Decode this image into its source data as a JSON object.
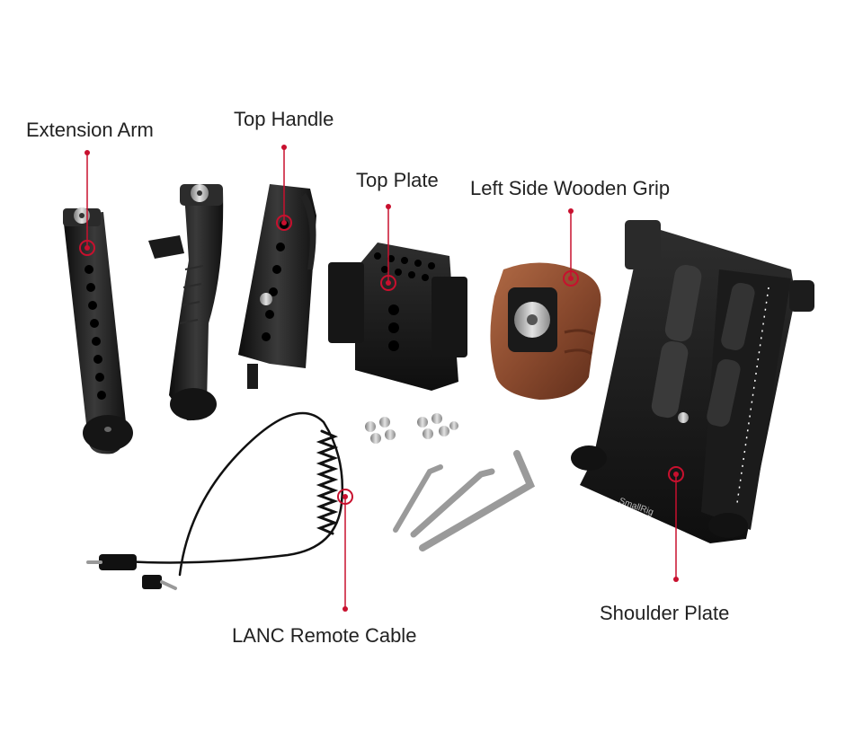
{
  "labels": {
    "extension_arm": "Extension Arm",
    "top_handle": "Top Handle",
    "top_plate": "Top Plate",
    "left_side_wooden_grip": "Left Side Wooden Grip",
    "shoulder_plate": "Shoulder Plate",
    "lanc_remote_cable": "LANC Remote Cable"
  },
  "brand_mark": "SmallRig",
  "colors": {
    "background": "#ffffff",
    "accent": "#c8102e",
    "metal": "#1e1e1e",
    "wood": "#8a4a2e",
    "text": "#222222"
  }
}
